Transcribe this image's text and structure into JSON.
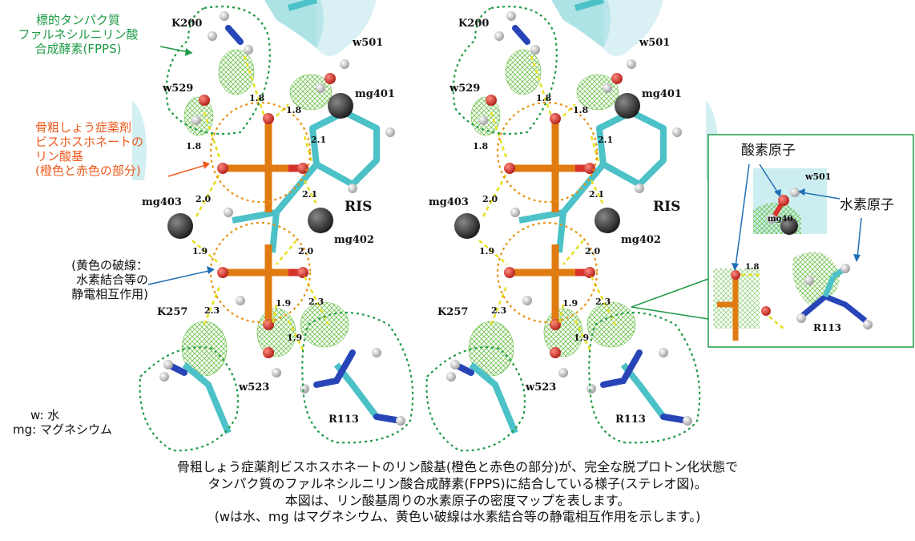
{
  "annotations": {
    "target_protein": [
      "標的タンパク質",
      "ファルネシルニリン酸",
      "合成酵素(FPPS)"
    ],
    "phosphate_group": [
      "骨粗しょう症薬剤",
      "ビスホスホネートの",
      "リン酸基",
      "(橙色と赤色の部分)"
    ],
    "yellow_dash": [
      "(黄色の破線：",
      "水素結合等の",
      "静電相互作用)"
    ],
    "legend": [
      "w: 水",
      "mg: マグネシウム"
    ]
  },
  "labels": {
    "k200": "K200",
    "w501": "w501",
    "w529": "w529",
    "mg401": "mg401",
    "mg403": "mg403",
    "mg402": "mg402",
    "ris": "RIS",
    "k257": "K257",
    "w523": "w523",
    "r113": "R113",
    "mg40_partial": "mg40",
    "d18a": "1.8",
    "d18b": "1.8",
    "d18c": "1.8",
    "d21a": "2.1",
    "d21b": "2.1",
    "d20a": "2.0",
    "d20b": "2.0",
    "d19a": "1.9",
    "d19b": "1.9",
    "d19c": "1.9",
    "d23a": "2.3",
    "d23b": "2.3"
  },
  "inset": {
    "oxygen": "酸素原子",
    "hydrogen": "水素原子"
  },
  "caption": [
    "骨粗しょう症薬剤ビスホスホネートのリン酸基(橙色と赤色の部分)が、完全な脱プロトン化状態で",
    "タンパク質のファルネシルニリン酸合成酵素(FPPS)に結合している様子(ステレオ図)。",
    "本図は、リン酸基周りの水素原子の密度マップを表します。",
    "(wは水、mg はマグネシウム、黄色い破線は水素結合等の静電相互作用を示します。)"
  ],
  "colors": {
    "green_dots": "#1f9a46",
    "orange_dots": "#e8920f",
    "cyan": "#4cc1c8",
    "phosphorus": "#e07b12",
    "oxygen": "#d8322a",
    "nitrogen": "#2845b8",
    "hydrogen": "#e8e8e8",
    "magnesium": "#333333",
    "hbond": "#e6e020",
    "mesh": "#6cc24a"
  }
}
